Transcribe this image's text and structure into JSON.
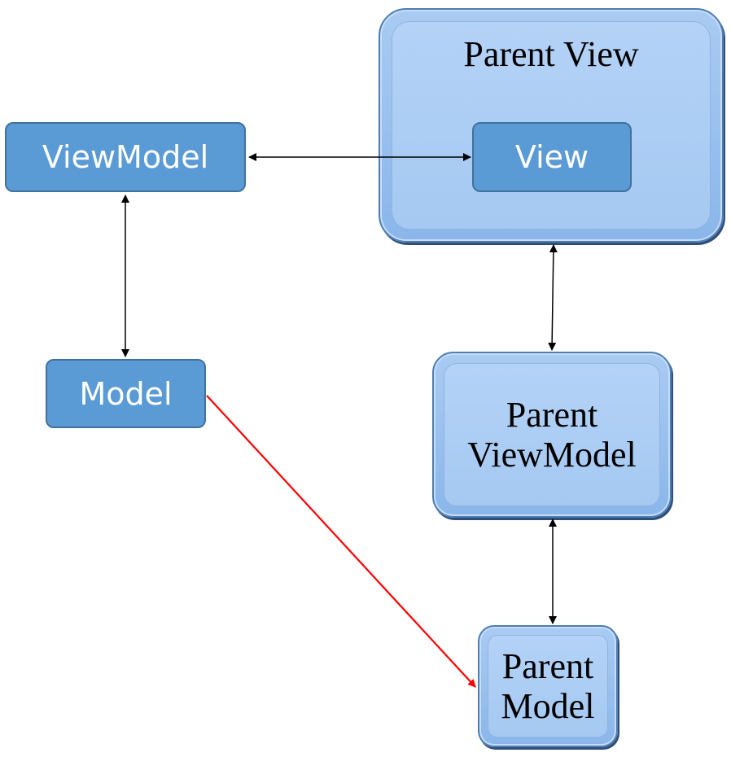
{
  "nodes": {
    "viewmodel": "ViewModel",
    "model": "Model",
    "view": "View",
    "parent_view": "Parent View",
    "parent_viewmodel": [
      "Parent",
      "ViewModel"
    ],
    "parent_model": [
      "Parent",
      "Model"
    ]
  },
  "colors": {
    "node_fill": "#5b9bd5",
    "node_border": "#41719c",
    "container_fill": "#a9cbf3",
    "connector": "#000000",
    "highlight_connector": "#ff0000"
  },
  "edges": [
    {
      "from": "viewmodel",
      "to": "view",
      "direction": "both",
      "color": "black"
    },
    {
      "from": "viewmodel",
      "to": "model",
      "direction": "both",
      "color": "black"
    },
    {
      "from": "parent_view",
      "to": "parent_viewmodel",
      "direction": "both",
      "color": "black"
    },
    {
      "from": "parent_viewmodel",
      "to": "parent_model",
      "direction": "both",
      "color": "black"
    },
    {
      "from": "model",
      "to": "parent_model",
      "direction": "forward",
      "color": "red"
    }
  ]
}
